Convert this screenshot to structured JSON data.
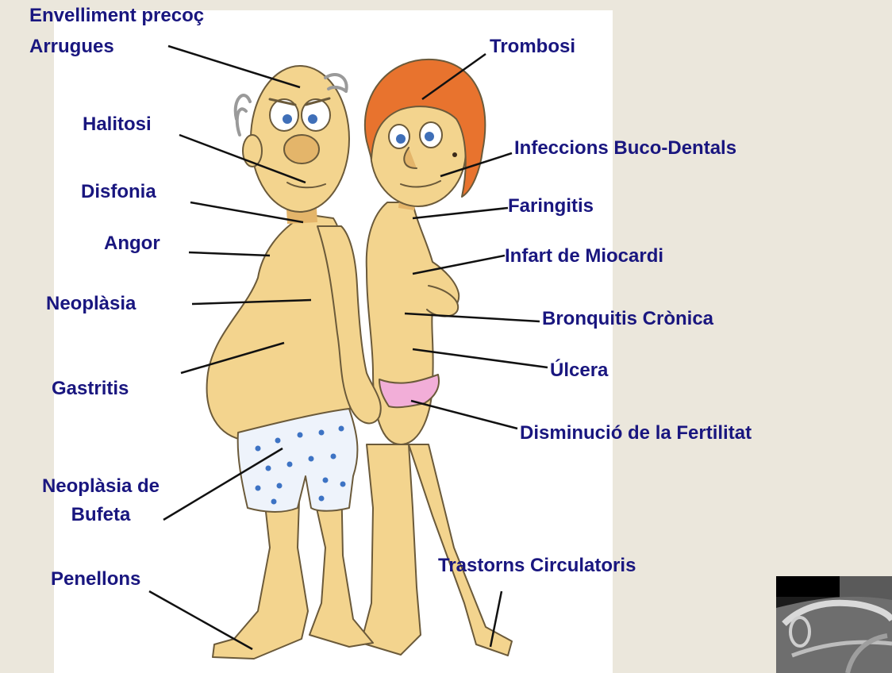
{
  "colors": {
    "background": "#ebe7dc",
    "panel": "#ffffff",
    "label_text": "#19167f",
    "skin": "#f3d48e",
    "skin_shadow": "#e4b56a",
    "hair_woman": "#e8732e",
    "hair_man": "#9a9a9a",
    "outline": "#6b5a3a",
    "leader_line": "#111111",
    "boxers": "#eef3fb",
    "boxers_dots": "#3d73c4",
    "panties": "#f2aed8"
  },
  "labels": {
    "envelliment_line1": "Envelliment precoç",
    "envelliment_line2": "Arrugues",
    "trombosi": "Trombosi",
    "halitosi": "Halitosi",
    "infeccions": "Infeccions Buco-Dentals",
    "disfonia": "Disfonia",
    "faringitis": "Faringitis",
    "angor": "Angor",
    "infart": "Infart de Miocardi",
    "neoplasia": "Neoplàsia",
    "bronquitis": "Bronquitis Crònica",
    "gastritis": "Gastritis",
    "ulcera": "Úlcera",
    "disminucio": "Disminució de la Fertilitat",
    "neoplasia_bufeta_line1": "Neoplàsia de",
    "neoplasia_bufeta_line2": "Bufeta",
    "penellons": "Penellons",
    "trastorns": "Trastorns Circulatoris"
  },
  "icons": {
    "illustration": "cartoon-couple-illustration",
    "xray": "chest-xray-thumbnail"
  }
}
